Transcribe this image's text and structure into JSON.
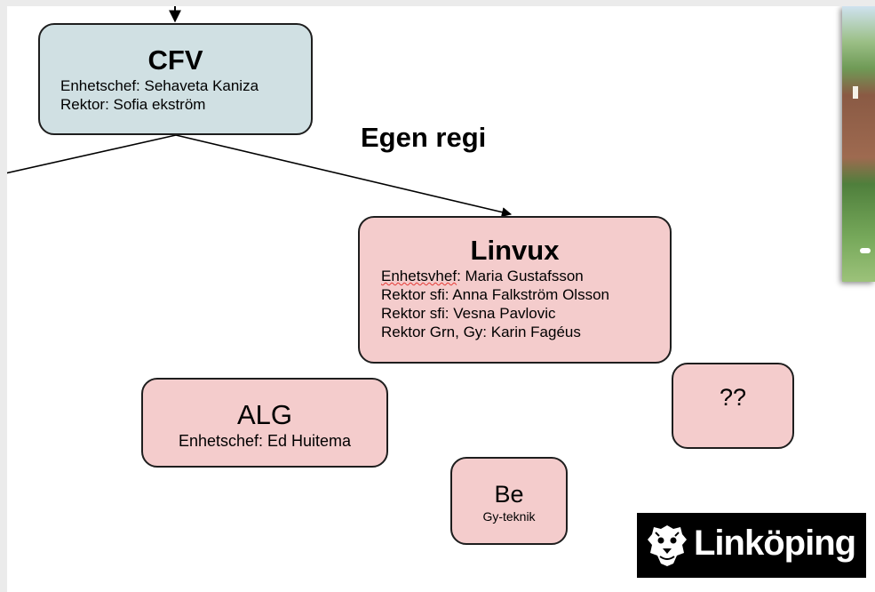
{
  "cfv": {
    "title": "CFV",
    "lines": [
      "Enhetschef: Sehaveta Kaniza",
      "Rektor: Sofia ekström"
    ]
  },
  "egen_regi": "Egen regi",
  "linvux": {
    "title": "Linvux",
    "line1_first": "Enhetsvhef",
    "line1_rest": ": Maria Gustafsson",
    "lines": [
      "Rektor sfi: Anna Falkström Olsson",
      "Rektor sfi: Vesna Pavlovic",
      "Rektor Grn, Gy: Karin Fagéus"
    ]
  },
  "alg": {
    "title": "ALG",
    "line": "Enhetschef: Ed Huitema"
  },
  "be": {
    "title": "Be",
    "line": "Gy-teknik"
  },
  "unknown": {
    "title": "??"
  },
  "logo": {
    "text": "Linköping",
    "icon": "lion-crest-icon"
  },
  "colors": {
    "cfv_fill": "#d0e0e3",
    "unit_fill": "#f4cccc",
    "border": "#1e1e1e",
    "logo_bg": "#000000"
  }
}
